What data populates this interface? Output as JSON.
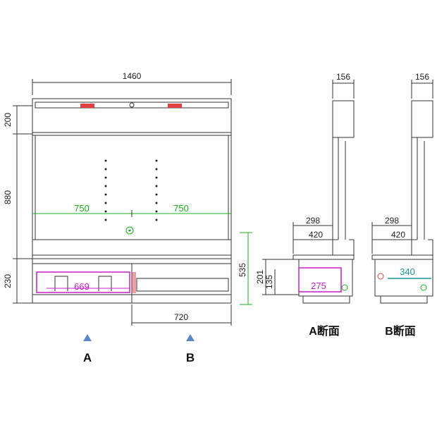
{
  "front_view": {
    "total_width": "1460",
    "top_height": "200",
    "middle_height": "880",
    "bottom_height": "230",
    "right_height": "535",
    "drawer_width": "720",
    "left_span": "750",
    "right_span": "750",
    "left_drawer_width": "669"
  },
  "section_markers": [
    {
      "label": "A"
    },
    {
      "label": "B"
    }
  ],
  "section_a": {
    "caption": "A断面",
    "depth": "156",
    "shelf_depth_1": "298",
    "shelf_depth_2": "420",
    "drawer_height_1": "201",
    "drawer_height_2": "135",
    "inner_depth": "275"
  },
  "section_b": {
    "caption": "B断面",
    "depth": "156",
    "shelf_depth_1": "298",
    "shelf_depth_2": "420",
    "inner_depth": "340"
  },
  "colors": {
    "line": "#333333",
    "green": "#18b018",
    "magenta": "#c81ec8",
    "teal": "#1a9a9a",
    "marker": "#5b86c8",
    "red": "#e04040"
  }
}
